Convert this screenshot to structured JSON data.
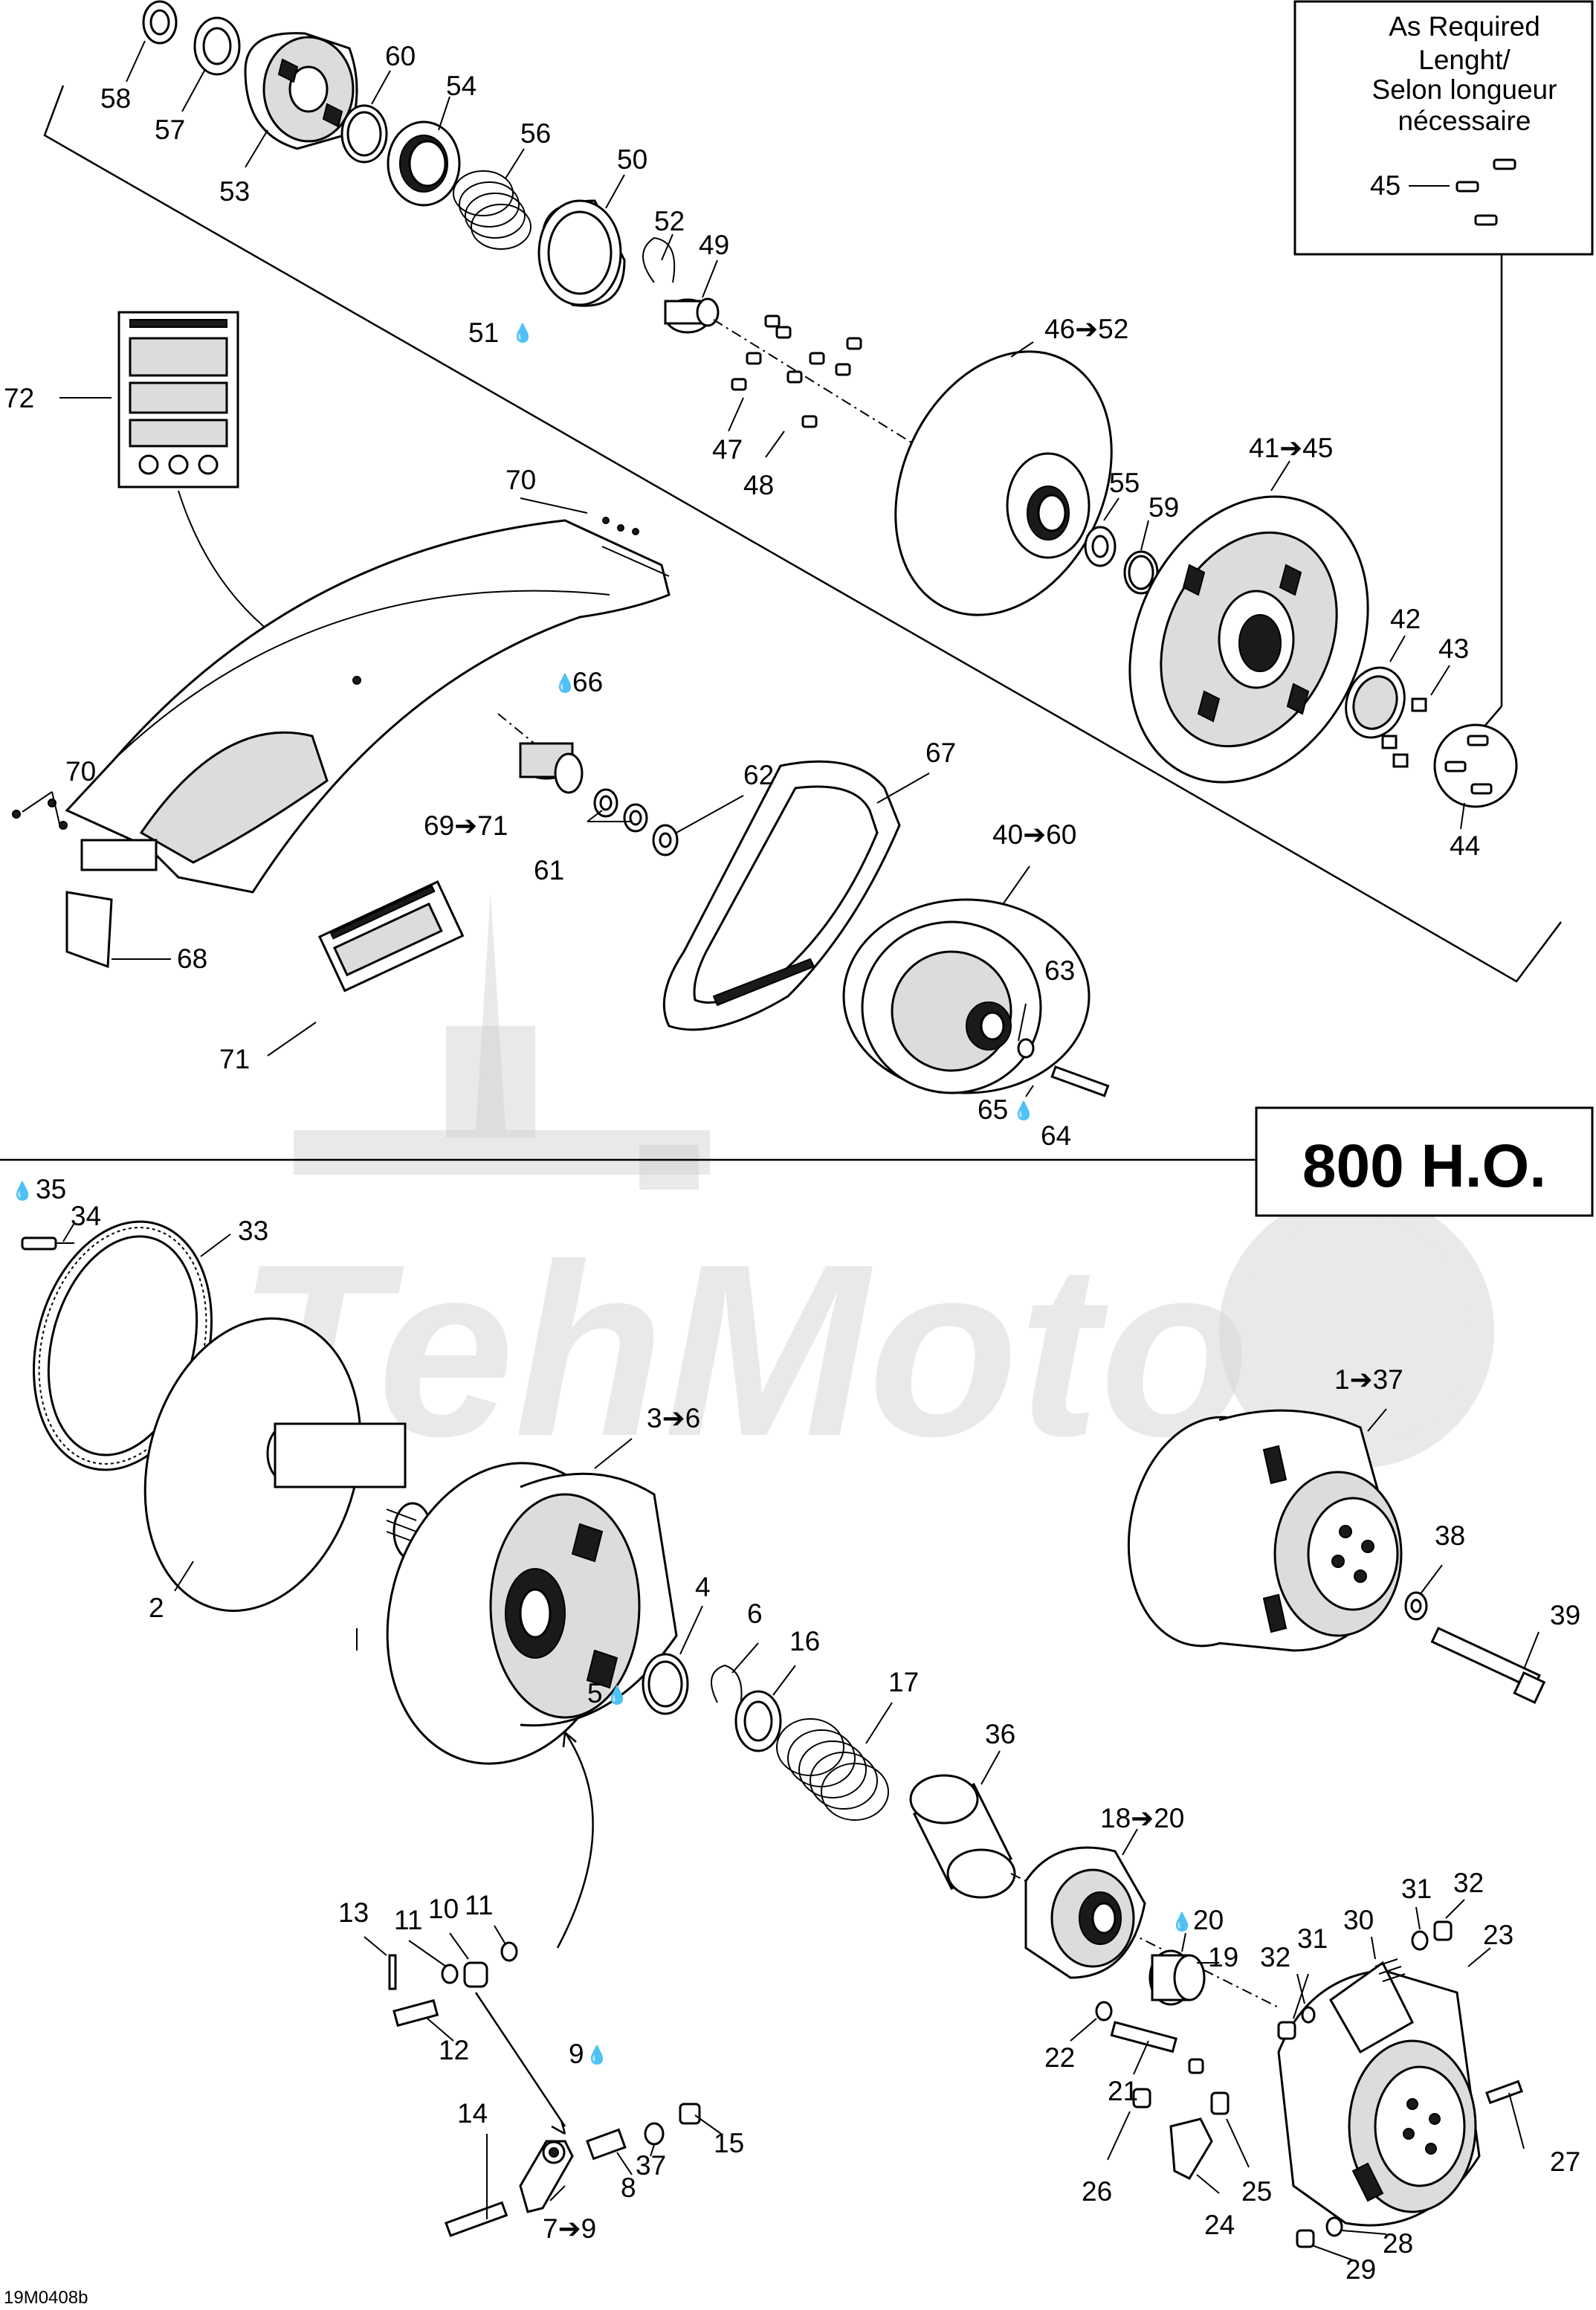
{
  "diagram": {
    "model_badge": "800 H.O.",
    "figure_code": "19M0408b",
    "note_box": [
      "As Required",
      "Lenght/",
      "Selon longueur",
      "nécessaire"
    ],
    "watermark": "TehMoto",
    "callouts": {
      "c58": "58",
      "c57": "57",
      "c53": "53",
      "c60": "60",
      "c54": "54",
      "c56": "56",
      "c50": "50",
      "c52": "52",
      "c49": "49",
      "c51": "51",
      "c45": "45",
      "c46_52": "46➔52",
      "c47": "47",
      "c48": "48",
      "c41_45": "41➔45",
      "c55": "55",
      "c59": "59",
      "c42": "42",
      "c43": "43",
      "c44": "44",
      "c72": "72",
      "c70a": "70",
      "c66": "66",
      "c70b": "70",
      "c62": "62",
      "c67": "67",
      "c69_71": "69➔71",
      "c61": "61",
      "c40_60": "40➔60",
      "c68": "68",
      "c63": "63",
      "c71": "71",
      "c65": "65",
      "c64": "64",
      "c35": "35",
      "c34": "34",
      "c33": "33",
      "c3_6": "3➔6",
      "c1_37": "1➔37",
      "c38": "38",
      "c39": "39",
      "c2": "2",
      "c4": "4",
      "c6": "6",
      "c16": "16",
      "c5": "5",
      "c17": "17",
      "c36": "36",
      "c18_20": "18➔20",
      "c20": "20",
      "c19": "19",
      "c13": "13",
      "c11a": "11",
      "c10": "10",
      "c11b": "11",
      "c12": "12",
      "c9": "9",
      "c14": "14",
      "c8": "8",
      "c37": "37",
      "c15": "15",
      "c7_9": "7➔9",
      "c22": "22",
      "c21": "21",
      "c31a": "31",
      "c32a": "32",
      "c30": "30",
      "c31b": "31",
      "c32b": "32",
      "c23": "23",
      "c26": "26",
      "c25": "25",
      "c24": "24",
      "c27": "27",
      "c28": "28",
      "c29": "29"
    }
  }
}
